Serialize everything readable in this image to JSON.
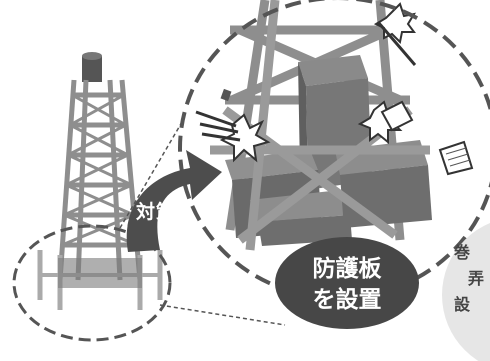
{
  "arrow_label": "対策",
  "shield_label_line1": "防護板",
  "shield_label_line2": "を設置",
  "cutoff_text": [
    "巻",
    "弄",
    "設"
  ],
  "colors": {
    "tower_steel": "#9a9a9a",
    "tower_dark": "#6e6e6e",
    "block_top": "#8a8a8a",
    "block_side": "#6a6a6a",
    "arrow": "#4d4d4d",
    "label_bubble": "#474747",
    "dashed_outline": "#555555",
    "side_circle": "#e6e6e6"
  }
}
